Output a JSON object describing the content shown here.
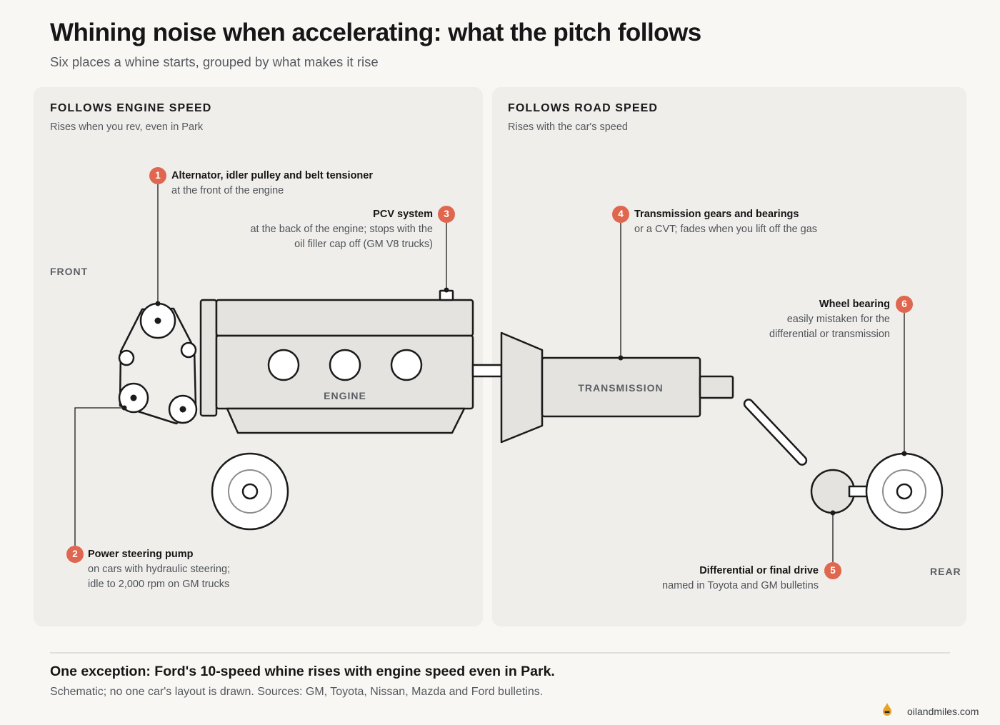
{
  "title": "Whining noise when accelerating: what the pitch follows",
  "subtitle": "Six places a whine starts, grouped by what makes it rise",
  "panels": {
    "engine": {
      "title": "FOLLOWS ENGINE SPEED",
      "subtitle": "Rises when you rev, even in Park"
    },
    "road": {
      "title": "FOLLOWS ROAD SPEED",
      "subtitle": "Rises with the car's speed"
    }
  },
  "side_labels": {
    "front": "FRONT",
    "rear": "REAR"
  },
  "components": {
    "engine": "ENGINE",
    "transmission": "TRANSMISSION"
  },
  "callouts": [
    {
      "number": "1",
      "head": "Alternator, idler pulley and belt tensioner",
      "desc": [
        "at the front of the engine"
      ]
    },
    {
      "number": "2",
      "head": "Power steering pump",
      "desc": [
        "on cars with hydraulic steering;",
        "idle to 2,000 rpm on GM trucks"
      ]
    },
    {
      "number": "3",
      "head": "PCV system",
      "desc": [
        "at the back of the engine; stops with the",
        "oil filler cap off (GM V8 trucks)"
      ]
    },
    {
      "number": "4",
      "head": "Transmission gears and bearings",
      "desc": [
        "or a CVT; fades when you lift off the gas"
      ]
    },
    {
      "number": "5",
      "head": "Differential or final drive",
      "desc": [
        "named in Toyota and GM bulletins"
      ]
    },
    {
      "number": "6",
      "head": "Wheel bearing",
      "desc": [
        "easily mistaken for the",
        "differential or transmission"
      ]
    }
  ],
  "footer": {
    "exception": "One exception: Ford's 10-speed whine rises with engine speed even in Park.",
    "note": "Schematic; no one car's layout is drawn. Sources: GM, Toyota, Nissan, Mazda and Ford bulletins.",
    "brand": "oilandmiles.com"
  },
  "colors": {
    "accent": "#e0674f",
    "panel": "#efeeeb",
    "component_fill": "#e4e3e0",
    "line": "#1b1b1b",
    "background": "#f8f7f4"
  },
  "icons": {
    "brand": "oil-drop-icon"
  }
}
